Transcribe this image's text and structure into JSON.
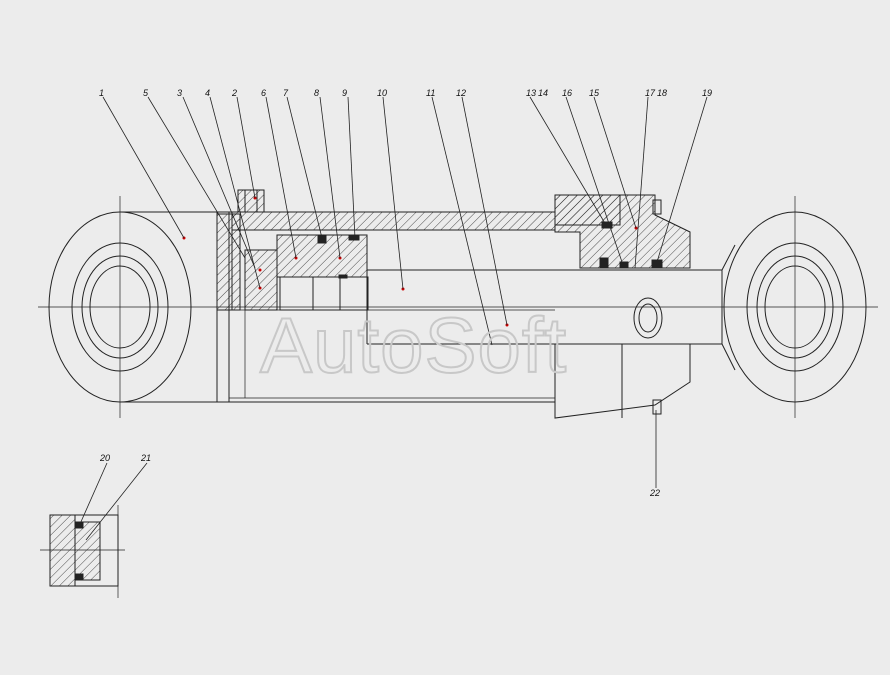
{
  "drawing": {
    "watermark": "AutoSoft",
    "callouts": [
      {
        "num": "1",
        "label": "1"
      },
      {
        "num": "5",
        "label": "5"
      },
      {
        "num": "3",
        "label": "3"
      },
      {
        "num": "4",
        "label": "4"
      },
      {
        "num": "2",
        "label": "2"
      },
      {
        "num": "6",
        "label": "6"
      },
      {
        "num": "7",
        "label": "7"
      },
      {
        "num": "8",
        "label": "8"
      },
      {
        "num": "9",
        "label": "9"
      },
      {
        "num": "10",
        "label": "10"
      },
      {
        "num": "11",
        "label": "11"
      },
      {
        "num": "12",
        "label": "12"
      },
      {
        "num": "13",
        "label": "13"
      },
      {
        "num": "14",
        "label": "14"
      },
      {
        "num": "16",
        "label": "16"
      },
      {
        "num": "15",
        "label": "15"
      },
      {
        "num": "17",
        "label": "17"
      },
      {
        "num": "18",
        "label": "18"
      },
      {
        "num": "19",
        "label": "19"
      },
      {
        "num": "20",
        "label": "20"
      },
      {
        "num": "21",
        "label": "21"
      },
      {
        "num": "22",
        "label": "22"
      }
    ]
  }
}
